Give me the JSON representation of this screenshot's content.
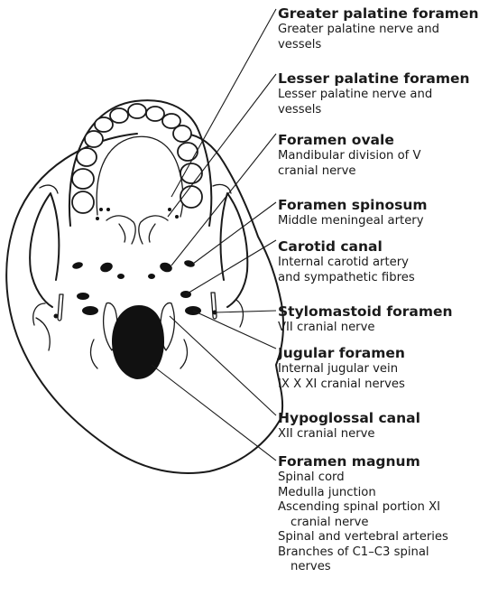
{
  "labels": [
    {
      "title": "Greater palatine foramen",
      "lines": [
        "Greater palatine nerve and",
        "vessels"
      ]
    },
    {
      "title": "Lesser palatine foramen",
      "lines": [
        "Lesser palatine nerve and",
        "vessels"
      ]
    },
    {
      "title": "Foramen ovale",
      "lines": [
        "Mandibular division of V",
        "cranial nerve"
      ]
    },
    {
      "title": "Foramen spinosum",
      "lines": [
        "Middle meningeal artery"
      ]
    },
    {
      "title": "Carotid canal",
      "lines": [
        "Internal carotid artery",
        "and sympathetic fibres"
      ]
    },
    {
      "title": "Stylomastoid foramen",
      "lines": [
        "VII cranial nerve"
      ]
    },
    {
      "title": "Jugular foramen",
      "lines": [
        "Internal jugular vein",
        "IX X XI cranial nerves"
      ]
    },
    {
      "title": "Hypoglossal canal",
      "lines": [
        "XII cranial nerve"
      ]
    },
    {
      "title": "Foramen magnum",
      "lines": [
        "Spinal cord",
        "Medulla junction",
        "Ascending spinal portion XI",
        "cranial nerve",
        "Spinal and vertebral arteries",
        "Branches of C1–C3 spinal",
        "nerves"
      ]
    }
  ]
}
